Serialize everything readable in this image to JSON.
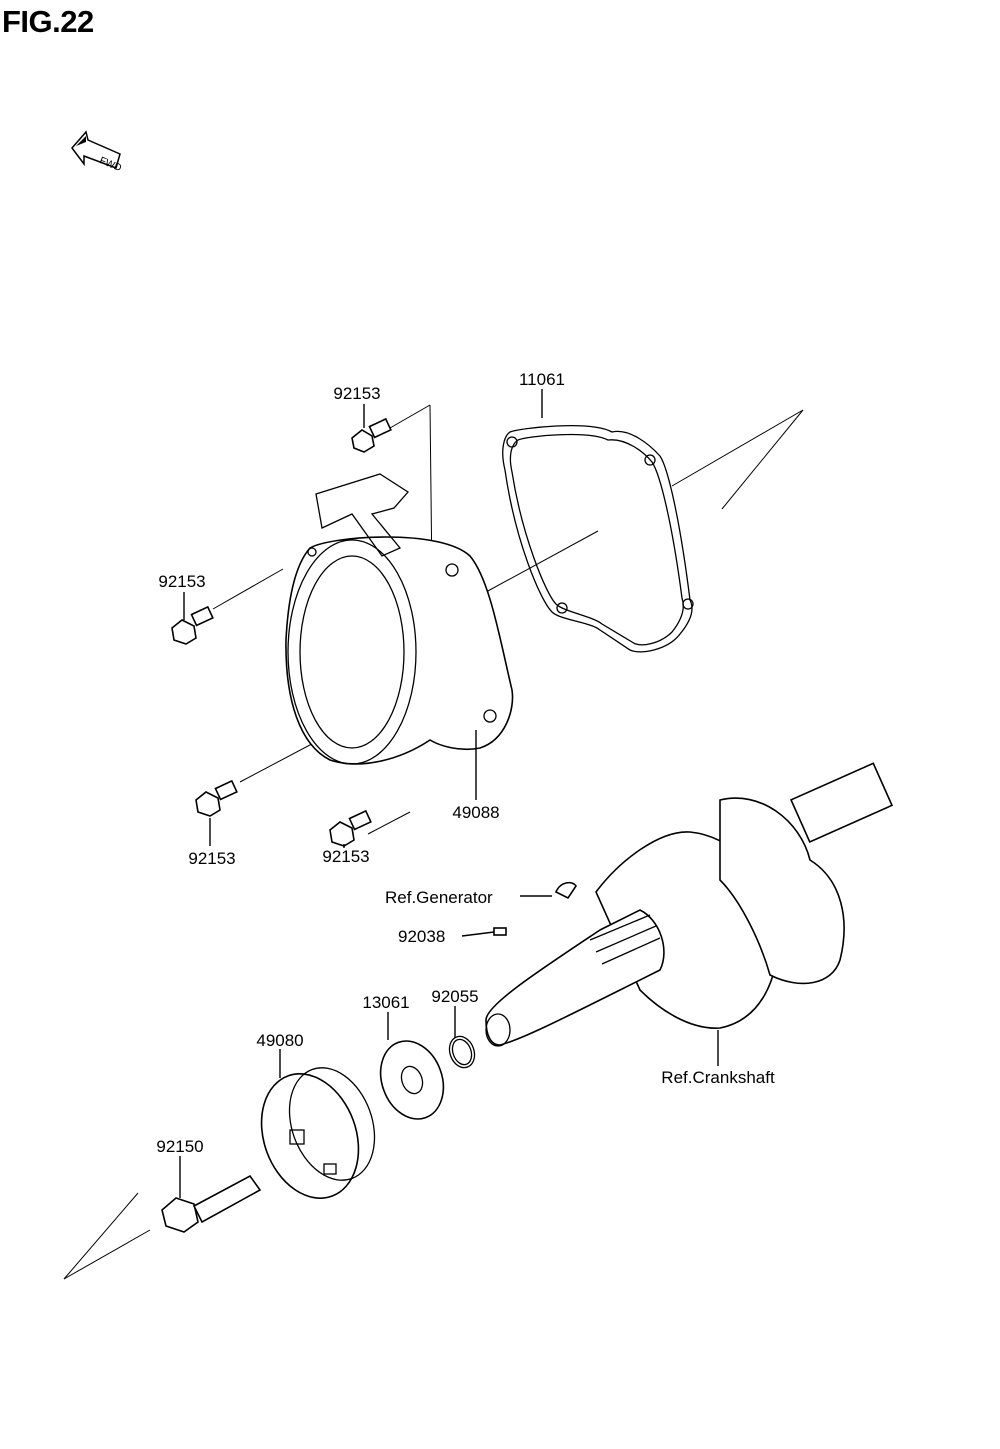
{
  "figure": {
    "title": "FIG.22",
    "direction_icon": "fwd-arrow-icon",
    "direction_text": "FWD"
  },
  "parts": {
    "bolt_top": "92153",
    "gasket": "11061",
    "bolt_left": "92153",
    "bolt_lower_left": "92153",
    "bolt_lower_mid": "92153",
    "recoil_starter": "49088",
    "ref_generator": "Ref.Generator",
    "key": "92038",
    "pulley": "13061",
    "oring": "92055",
    "starter_cup": "49080",
    "crank_bolt": "92150",
    "ref_crankshaft": "Ref.Crankshaft"
  }
}
